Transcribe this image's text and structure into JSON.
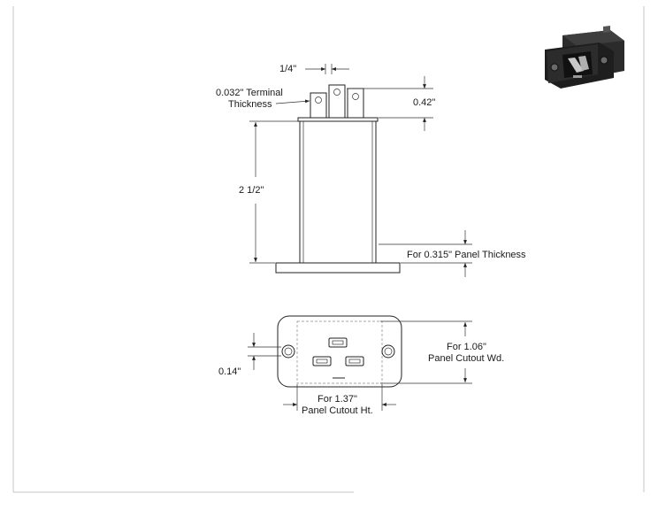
{
  "dimensions": {
    "terminal_spacing": "1/4\"",
    "terminal_thickness_line1": "0.032\" Terminal",
    "terminal_thickness_line2": "Thickness",
    "terminal_height": "0.42\"",
    "body_height": "2 1/2\"",
    "panel_thickness": "For 0.315\" Panel Thickness",
    "cutout_width_line1": "For 1.06\"",
    "cutout_width_line2": "Panel Cutout Wd.",
    "hole_offset": "0.14\"",
    "cutout_height_line1": "For 1.37\"",
    "cutout_height_line2": "Panel Cutout Ht."
  },
  "colors": {
    "line": "#222222",
    "frame": "#b5b5b5"
  },
  "thumbnail": "connector-3d-render"
}
